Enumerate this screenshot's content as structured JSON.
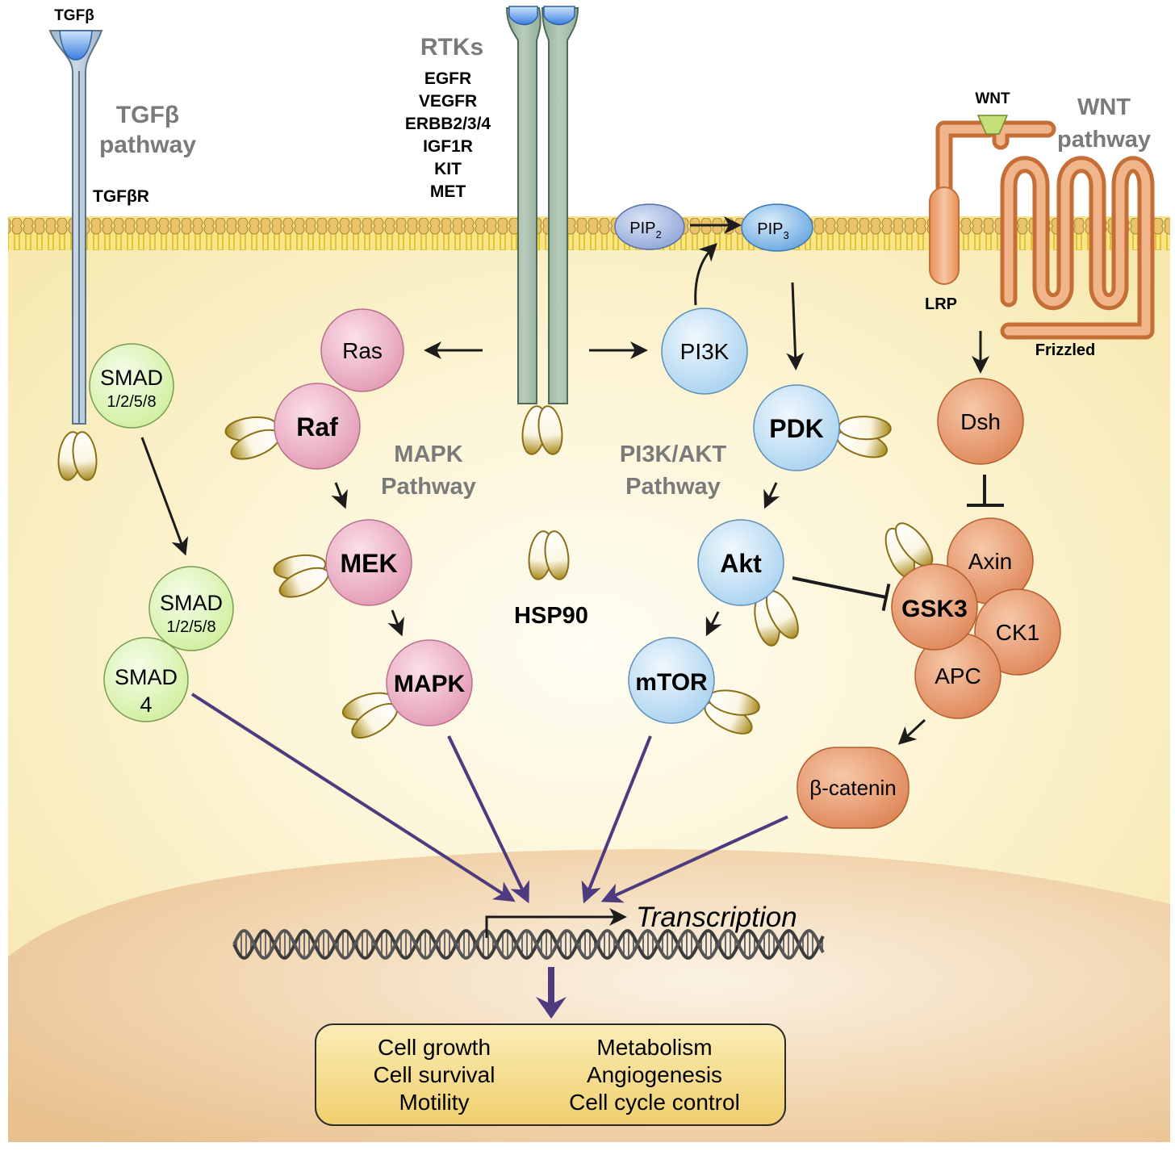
{
  "tgfb": {
    "ligand": "TGFβ",
    "pathway_line1": "TGFβ",
    "pathway_line2": "pathway",
    "receptor": "TGFβR",
    "smad_upper_line1": "SMAD",
    "smad_upper_line2": "1/2/5/8",
    "smad_complex_a_line1": "SMAD",
    "smad_complex_a_line2": "1/2/5/8",
    "smad_complex_b_line1": "SMAD",
    "smad_complex_b_line2": "4"
  },
  "rtk": {
    "title": "RTKs",
    "list": [
      "EGFR",
      "VEGFR",
      "ERBB2/3/4",
      "IGF1R",
      "KIT",
      "MET"
    ]
  },
  "mapk": {
    "ras": "Ras",
    "raf": "Raf",
    "mek": "MEK",
    "mapk": "MAPK",
    "pathway_line1": "MAPK",
    "pathway_line2": "Pathway"
  },
  "hsp90": {
    "label": "HSP90"
  },
  "pi3k": {
    "pip2_main": "PIP",
    "pip2_sub": "2",
    "pip3_main": "PIP",
    "pip3_sub": "3",
    "pi3k": "PI3K",
    "pdk": "PDK",
    "akt": "Akt",
    "mtor": "mTOR",
    "pathway_line1": "PI3K/AKT",
    "pathway_line2": "Pathway"
  },
  "wnt": {
    "ligand": "WNT",
    "pathway_line1": "WNT",
    "pathway_line2": "pathway",
    "lrp": "LRP",
    "frizzled": "Frizzled",
    "dsh": "Dsh",
    "axin": "Axin",
    "gsk3": "GSK3",
    "ck1": "CK1",
    "apc": "APC",
    "bcatenin": "β-catenin"
  },
  "nucleus": {
    "transcription": "Transcription",
    "outcomes": {
      "left": [
        "Cell growth",
        "Cell survival",
        "Motility"
      ],
      "right": [
        "Metabolism",
        "Angiogenesis",
        "Cell cycle control"
      ]
    }
  },
  "colors": {
    "cytoplasm": "#f8eebf",
    "membrane_tails": "#f0cc3a",
    "membrane_heads": "#d6b26a",
    "tgfb_receptor": "#b5c8d7",
    "rtk_receptor": "#a8bfae",
    "mapk_nodes": "#e9a9bf",
    "pi3k_nodes": "#c3e1f5",
    "pip_nodes": "#96b7e0",
    "wnt_nodes": "#e8996a",
    "smad_nodes": "#dff6bd",
    "frizzled": "#ea9b64",
    "purple_arrows": "#4e3a7f",
    "nucleus": "#f1d4ad",
    "outcome_box": "#f6de8e"
  }
}
